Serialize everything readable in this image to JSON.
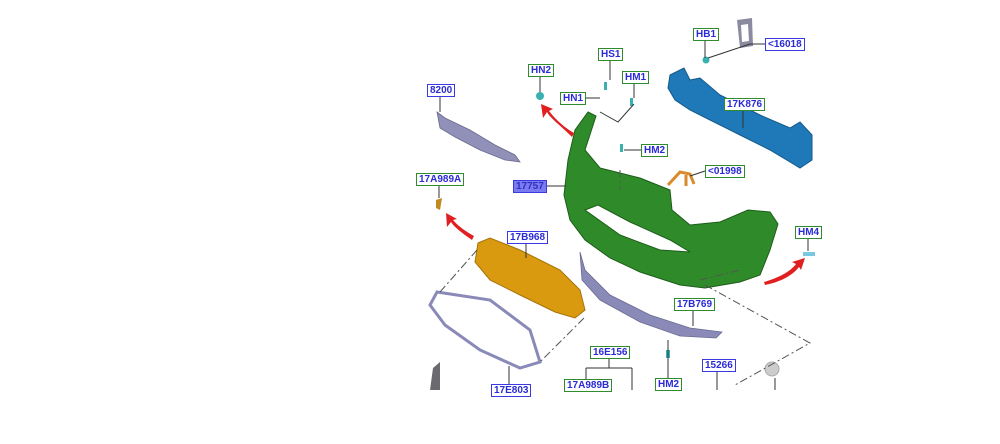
{
  "diagram": {
    "labels": {
      "hb1": "HB1",
      "p16018": "<16018",
      "hs1": "HS1",
      "hn2": "HN2",
      "hm1": "HM1",
      "p8200": "8200",
      "hn1": "HN1",
      "p17k876": "17K876",
      "hm2_top": "HM2",
      "p01998": "<01998",
      "p17a989a": "17A989A",
      "p17757": "17757",
      "hm4": "HM4",
      "p17b968": "17B968",
      "p17b769": "17B769",
      "p16e156": "16E156",
      "p15266": "15266",
      "hm2_bottom": "HM2",
      "p17a989b": "17A989B",
      "p17e803": "17E803"
    },
    "colors": {
      "bumper": "#2f8a2a",
      "reinforcement": "#1f78b8",
      "grille": "#d99a10",
      "trim": "#8a8ab8",
      "arrow": "#e02020",
      "green_label_border": "#2e8b2e",
      "blue_label_border": "#3a3ae0"
    }
  }
}
